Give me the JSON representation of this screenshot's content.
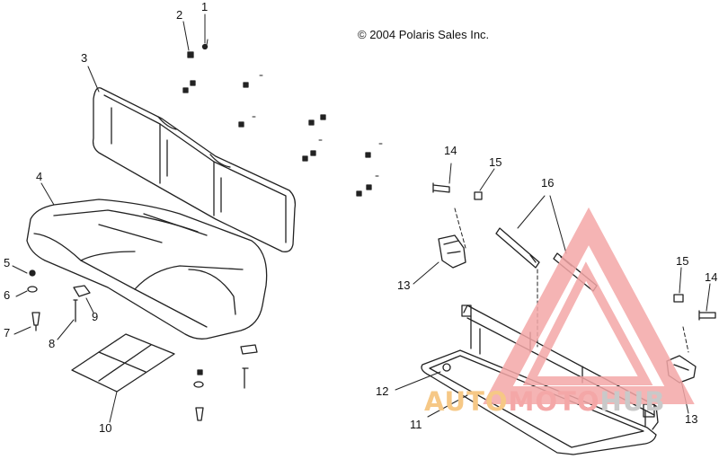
{
  "copyright": "© 2004 Polaris Sales Inc.",
  "callouts": [
    {
      "id": "1",
      "label": "1"
    },
    {
      "id": "2",
      "label": "2"
    },
    {
      "id": "3",
      "label": "3"
    },
    {
      "id": "4",
      "label": "4"
    },
    {
      "id": "5",
      "label": "5"
    },
    {
      "id": "6",
      "label": "6"
    },
    {
      "id": "7",
      "label": "7"
    },
    {
      "id": "8",
      "label": "8"
    },
    {
      "id": "9",
      "label": "9"
    },
    {
      "id": "10",
      "label": "10"
    },
    {
      "id": "11",
      "label": "11"
    },
    {
      "id": "12",
      "label": "12"
    },
    {
      "id": "13a",
      "label": "13"
    },
    {
      "id": "13b",
      "label": "13"
    },
    {
      "id": "14a",
      "label": "14"
    },
    {
      "id": "14b",
      "label": "14"
    },
    {
      "id": "15a",
      "label": "15"
    },
    {
      "id": "15b",
      "label": "15"
    },
    {
      "id": "16",
      "label": "16"
    }
  ],
  "watermark": {
    "part1": "AUTO",
    "part2": "MOTO",
    "part3": "HUB",
    "colors": {
      "primary": "#f4a7a7",
      "accent": "#f6c886",
      "neutral": "#c9c9c9"
    }
  }
}
